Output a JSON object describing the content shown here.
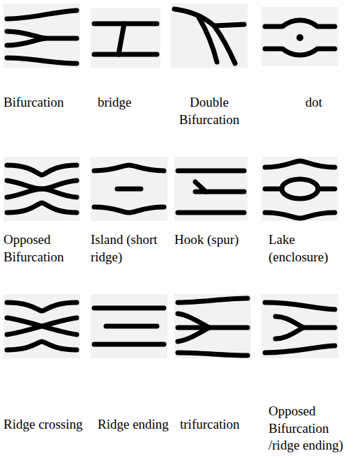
{
  "diagram": {
    "labels": [
      "Bifurcation",
      "bridge",
      "Double Bifurcation",
      "dot",
      "Opposed Bifurcation",
      "Island (short ridge)",
      "Hook (spur)",
      "Lake (enclosure)",
      "Ridge crossing",
      "Ridge ending",
      "trifurcation",
      "Opposed Bifurcation /ridge ending)"
    ]
  }
}
